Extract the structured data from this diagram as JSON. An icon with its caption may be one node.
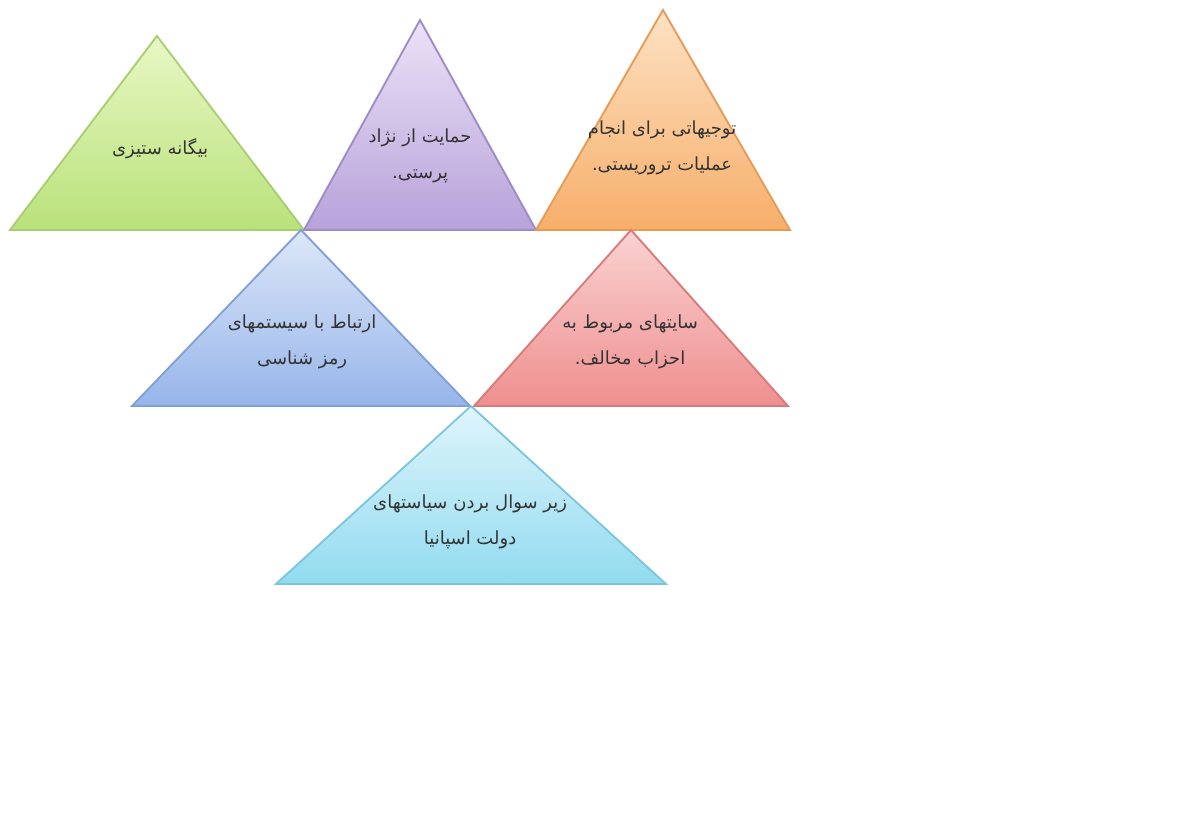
{
  "diagram": {
    "nodes": [
      {
        "text": [
          "بیگانه ستیزی"
        ]
      },
      {
        "text": [
          "حمایت از نژاد پرستی."
        ]
      },
      {
        "text": [
          "توجیهاتی برای انجام عملیات تروریستی."
        ]
      },
      {
        "text": [
          "ارتباط با سیستمهای رمز شناسی"
        ]
      },
      {
        "text": [
          "سایتهای مربوط به احزاب مخالف."
        ]
      },
      {
        "text": [
          "زیر سوال بردن سیاستهای دولت اسپانیا"
        ]
      }
    ]
  }
}
